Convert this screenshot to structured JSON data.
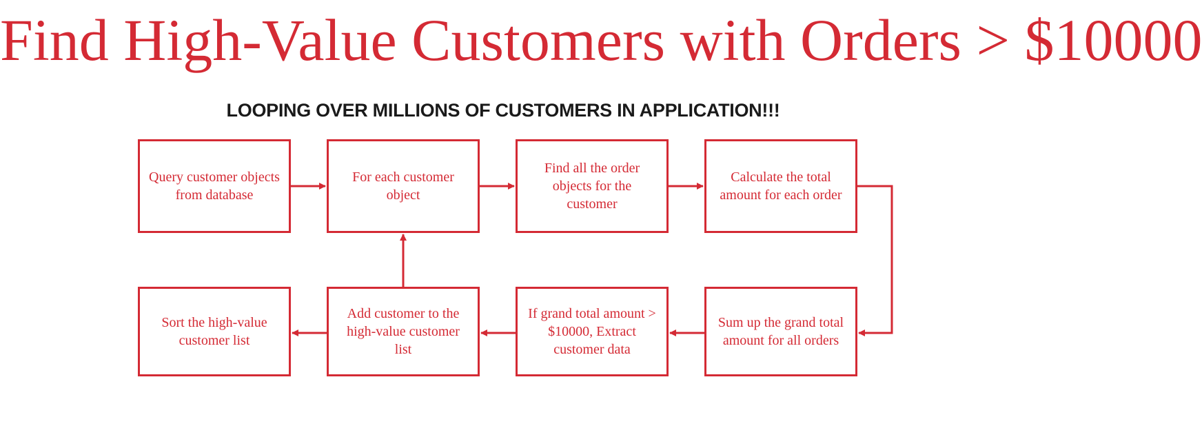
{
  "title": "Find High-Value Customers with Orders > $10000",
  "subtitle": "LOOPING OVER MILLIONS OF CUSTOMERS IN APPLICATION!!!",
  "colors": {
    "accent": "#d42a34",
    "subtitle": "#1a1a1a",
    "background": "#ffffff"
  },
  "steps": [
    {
      "label": "Query customer objects from database"
    },
    {
      "label": "For each customer object"
    },
    {
      "label": "Find all the order objects for the customer"
    },
    {
      "label": "Calculate the total amount for each order"
    },
    {
      "label": "Sum up the grand total amount for all orders"
    },
    {
      "label": "If grand total amount > $10000, Extract customer data"
    },
    {
      "label": "Add customer to the high-value customer list"
    },
    {
      "label": "Sort the high-value customer list"
    }
  ]
}
